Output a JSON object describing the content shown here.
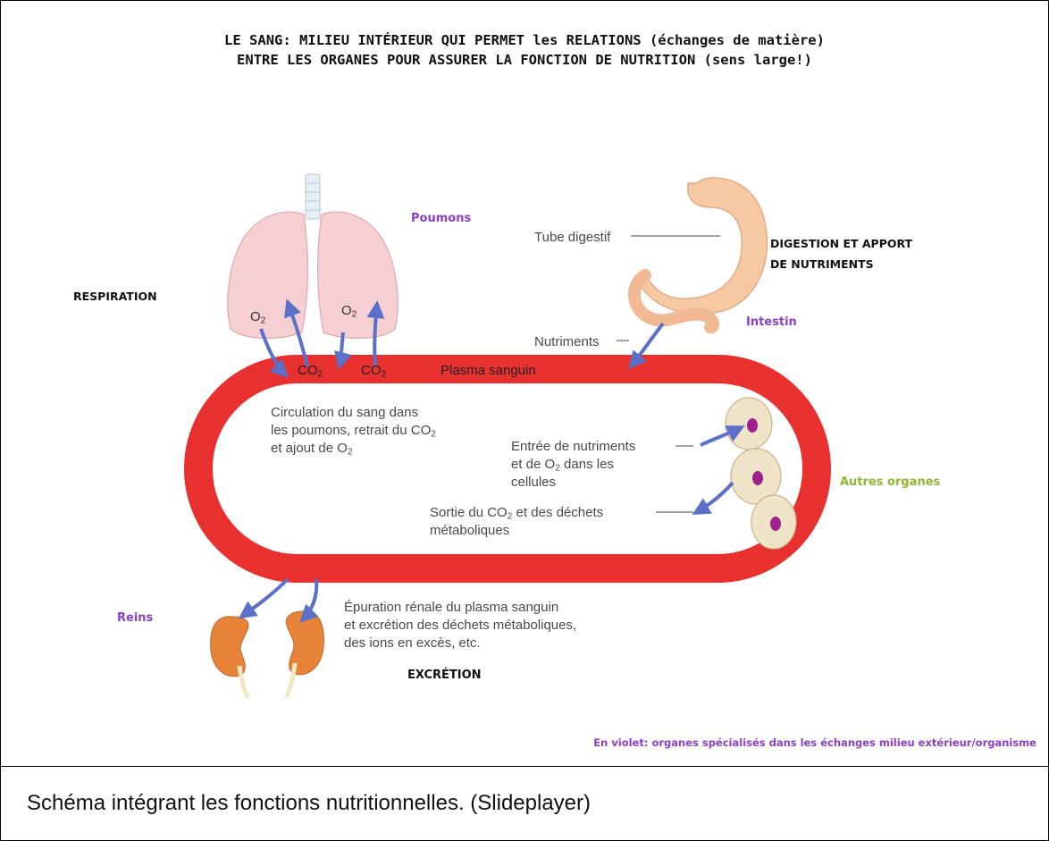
{
  "title_line1": "LE SANG: MILIEU INTÉRIEUR QUI PERMET les RELATIONS (échanges de matière)",
  "title_line2": "ENTRE LES ORGANES POUR ASSURER LA FONCTION DE NUTRITION (sens large!)",
  "labels": {
    "poumons": "Poumons",
    "respiration": "RESPIRATION",
    "digestion_line1": "DIGESTION ET APPORT",
    "digestion_line2": "DE NUTRIMENTS",
    "intestin": "Intestin",
    "autres_organes": "Autres organes",
    "reins": "Reins",
    "excretion": "EXCRÉTION"
  },
  "figure_text": {
    "tube_digestif": "Tube digestif",
    "nutriments": "Nutriments",
    "plasma_sanguin": "Plasma sanguin",
    "o2": "O",
    "co2": "CO",
    "sub_2": "2",
    "circ_line1": "Circulation du sang dans",
    "circ_line2a": "les poumons, retrait du CO",
    "circ_line3a": "et ajout de O",
    "entree_line1": "Entrée de nutriments",
    "entree_line2a": "et de O",
    "entree_line2b": " dans les",
    "entree_line3": "cellules",
    "sortie_line1a": "Sortie du CO",
    "sortie_line1b": " et des déchets",
    "sortie_line2": "métaboliques",
    "epur_line1": "Épuration rénale du plasma sanguin",
    "epur_line2": "et excrétion des déchets métaboliques,",
    "epur_line3": "des ions en excès, etc."
  },
  "footer_note": "En violet: organes spécialisés dans les échanges milieu extérieur/organisme",
  "caption": "Schéma intégrant les fonctions nutritionnelles. (Slideplayer)",
  "colors": {
    "blood": "#e8312f",
    "arrow": "#5b70c9",
    "organ_label": "#8a3fc8",
    "other_organs_label": "#8fb832",
    "lung": "#f6cfd3",
    "stomach": "#f6c9a3",
    "kidney": "#e8843a",
    "cell": "#efe3c8",
    "nucleus": "#a0208f"
  }
}
